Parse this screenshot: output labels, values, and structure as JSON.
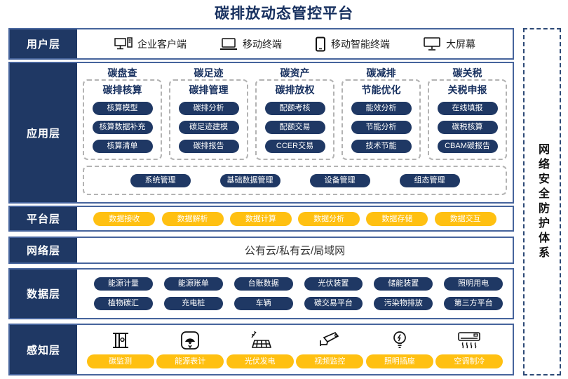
{
  "title": "碳排放动态管控平台",
  "colors": {
    "navy": "#1f3864",
    "amber": "#ffc011",
    "row_border": "#46649c",
    "title_color": "#17305f"
  },
  "user_layer": {
    "label": "用户层",
    "items": [
      {
        "icon": "desktop-pc-icon",
        "label": "企业客户端"
      },
      {
        "icon": "laptop-icon",
        "label": "移动终端"
      },
      {
        "icon": "tablet-icon",
        "label": "移动智能终端"
      },
      {
        "icon": "big-screen-icon",
        "label": "大屏幕"
      }
    ]
  },
  "app_layer": {
    "label": "应用层",
    "columns": [
      {
        "header": "碳盘查",
        "title": "碳排核算",
        "items": [
          "核算模型",
          "核算数据补充",
          "核算清单"
        ]
      },
      {
        "header": "碳足迹",
        "title": "碳排管理",
        "items": [
          "碳排分析",
          "碳足迹建模",
          "碳排报告"
        ]
      },
      {
        "header": "碳资产",
        "title": "碳排放权",
        "items": [
          "配额考核",
          "配额交易",
          "CCER交易"
        ]
      },
      {
        "header": "碳减排",
        "title": "节能优化",
        "items": [
          "能效分析",
          "节能分析",
          "技术节能"
        ]
      },
      {
        "header": "碳关税",
        "title": "关税申报",
        "items": [
          "在线填报",
          "碳税核算",
          "CBAM碳报告"
        ]
      }
    ],
    "management_items": [
      "系统管理",
      "基础数据管理",
      "设备管理",
      "组态管理"
    ]
  },
  "platform_layer": {
    "label": "平台层",
    "items": [
      "数据接收",
      "数据解析",
      "数据计算",
      "数据分析",
      "数据存储",
      "数据交互"
    ]
  },
  "network_layer": {
    "label": "网络层",
    "text": "公有云/私有云/局域网"
  },
  "data_layer": {
    "label": "数据层",
    "row1": [
      "能源计量",
      "能源账单",
      "台账数据",
      "光伏装置",
      "储能装置",
      "照明用电"
    ],
    "row2": [
      "植物碳汇",
      "充电桩",
      "车辆",
      "碳交易平台",
      "污染物排放",
      "第三方平台"
    ]
  },
  "perception_layer": {
    "label": "感知层",
    "items": [
      {
        "icon": "carbon-monitor-icon",
        "label": "碳监测"
      },
      {
        "icon": "energy-meter-icon",
        "label": "能源表计"
      },
      {
        "icon": "solar-panel-icon",
        "label": "光伏发电"
      },
      {
        "icon": "cctv-camera-icon",
        "label": "视频监控"
      },
      {
        "icon": "light-bulb-icon",
        "label": "照明插座"
      },
      {
        "icon": "air-conditioner-icon",
        "label": "空调制冷"
      }
    ]
  },
  "security_sidebar": {
    "text": "网络安全防护体系"
  }
}
